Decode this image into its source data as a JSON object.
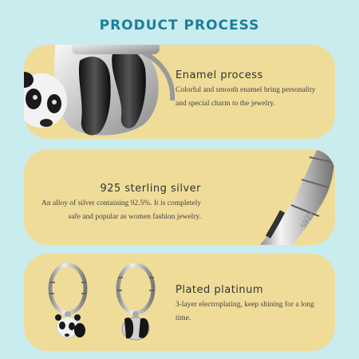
{
  "header": {
    "title": "PRODUCT PROCESS"
  },
  "cards": [
    {
      "title": "Enamel process",
      "description": "Colorful and smooth enamel bring personality and special charm to the jewelry.",
      "image": "panda-charm-closeup"
    },
    {
      "title": "925 sterling silver",
      "description": "An alloy of silver containing 92.5%. It is completely safe and popular as women fashion jewelry.",
      "image": "silver-hoop-closeup",
      "engraving": "S925"
    },
    {
      "title": "Plated platinum",
      "description": "3-layer electroplating, keep shining for a long time.",
      "image": "panda-hoop-earrings-pair"
    }
  ],
  "colors": {
    "background": "#c9ecef",
    "card": "#efdc98",
    "title": "#1d7e9a"
  }
}
